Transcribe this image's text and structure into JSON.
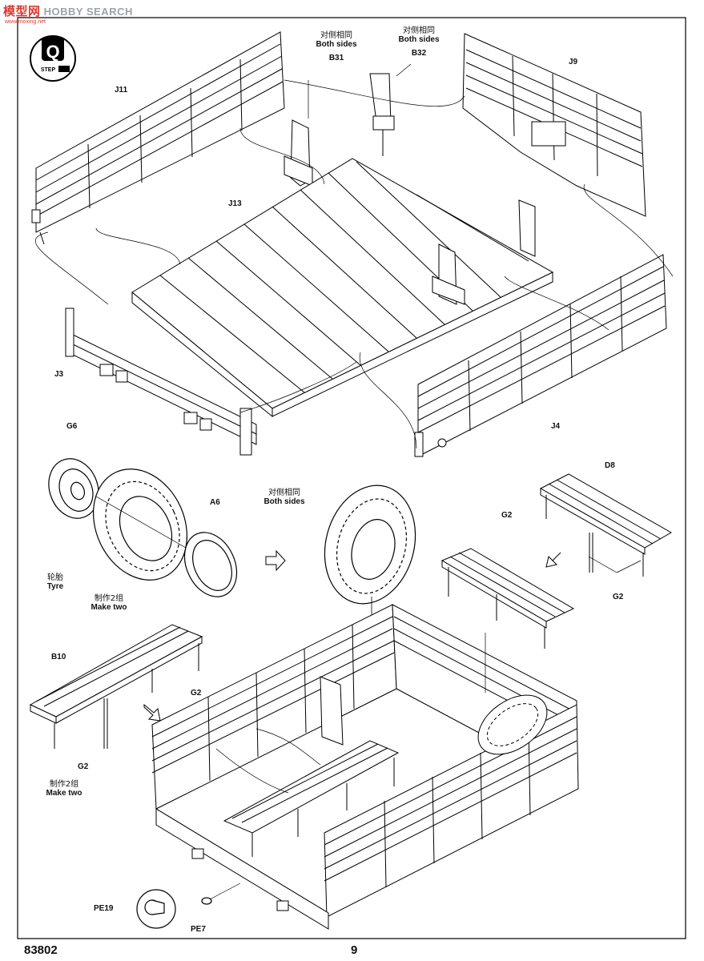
{
  "watermark": {
    "cn": "模型网",
    "brand": "HOBBY SEARCH",
    "url": "www.moxing.net"
  },
  "step": {
    "letter": "Q",
    "label": "STEP"
  },
  "labels": {
    "both_sides_cn": "对侧相同",
    "both_sides_en": "Both sides",
    "b31": "B31",
    "b32": "B32",
    "j9": "J9",
    "j11": "J11",
    "j13": "J13",
    "j3": "J3",
    "j4": "J4",
    "g6": "G6",
    "a6": "A6",
    "tyre_cn": "轮胎",
    "tyre_en": "Tyre",
    "make_two_cn": "制作2组",
    "make_two_en": "Make two",
    "d8": "D8",
    "g2": "G2",
    "b10": "B10",
    "pe19": "PE19",
    "pe7": "PE7"
  },
  "footer": {
    "kit_number": "83802",
    "page_number": "9"
  }
}
